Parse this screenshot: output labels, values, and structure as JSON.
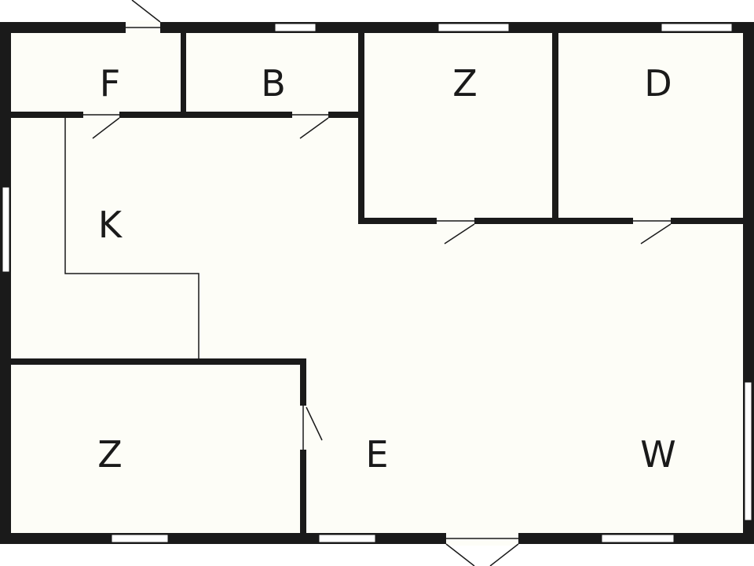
{
  "floor_plan": {
    "colors": {
      "floor": "#fdfdf7",
      "wall": "#1a1a1a",
      "window": "#ffffff"
    },
    "rooms": [
      {
        "id": "f",
        "label": "F"
      },
      {
        "id": "b",
        "label": "B"
      },
      {
        "id": "z-top",
        "label": "Z"
      },
      {
        "id": "d",
        "label": "D"
      },
      {
        "id": "k",
        "label": "K"
      },
      {
        "id": "z-bottom",
        "label": "Z"
      },
      {
        "id": "e",
        "label": "E"
      },
      {
        "id": "w",
        "label": "W"
      }
    ]
  }
}
